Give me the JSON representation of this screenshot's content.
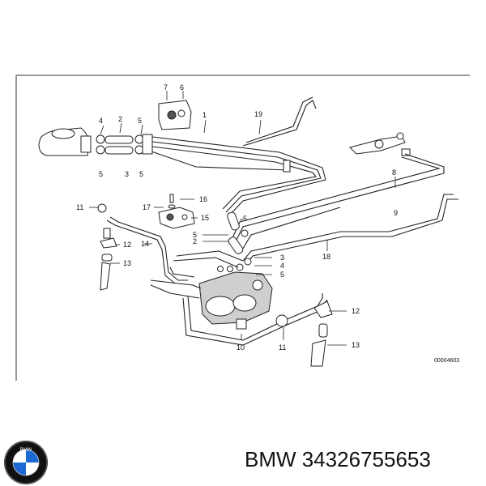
{
  "callouts": {
    "n1": "1",
    "n2": "2",
    "n3": "3",
    "n4": "4",
    "n5": "5",
    "n6": "6",
    "n7": "7",
    "n8": "8",
    "n9": "9",
    "n10": "10",
    "n11": "11",
    "n12": "12",
    "n13": "13",
    "n14": "14",
    "n15": "15",
    "n16": "16",
    "n17": "17",
    "n18": "18",
    "n19": "19"
  },
  "diagram_code": "00004603",
  "logo": {
    "text": "BMW",
    "colors": {
      "blue": "#1c69d4",
      "ring": "#111111",
      "white": "#ffffff"
    }
  },
  "footer": {
    "brand_and_part": "BMW 34326755653"
  }
}
